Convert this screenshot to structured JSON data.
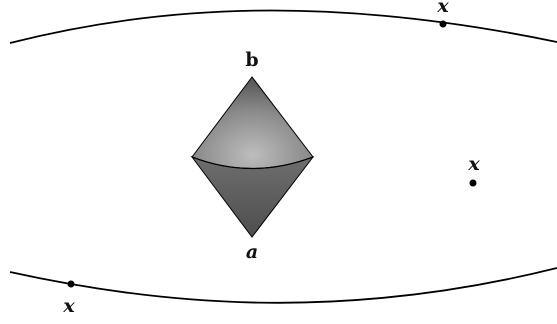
{
  "labels": {
    "vertex_top": "b",
    "vertex_bottom": "a",
    "point_upper": "x",
    "point_middle": "x",
    "point_lower": "x"
  },
  "colors": {
    "stroke": "#000000",
    "solid_light": "#a8a8a8",
    "solid_dark": "#5c5c5c",
    "point": "#000000"
  }
}
